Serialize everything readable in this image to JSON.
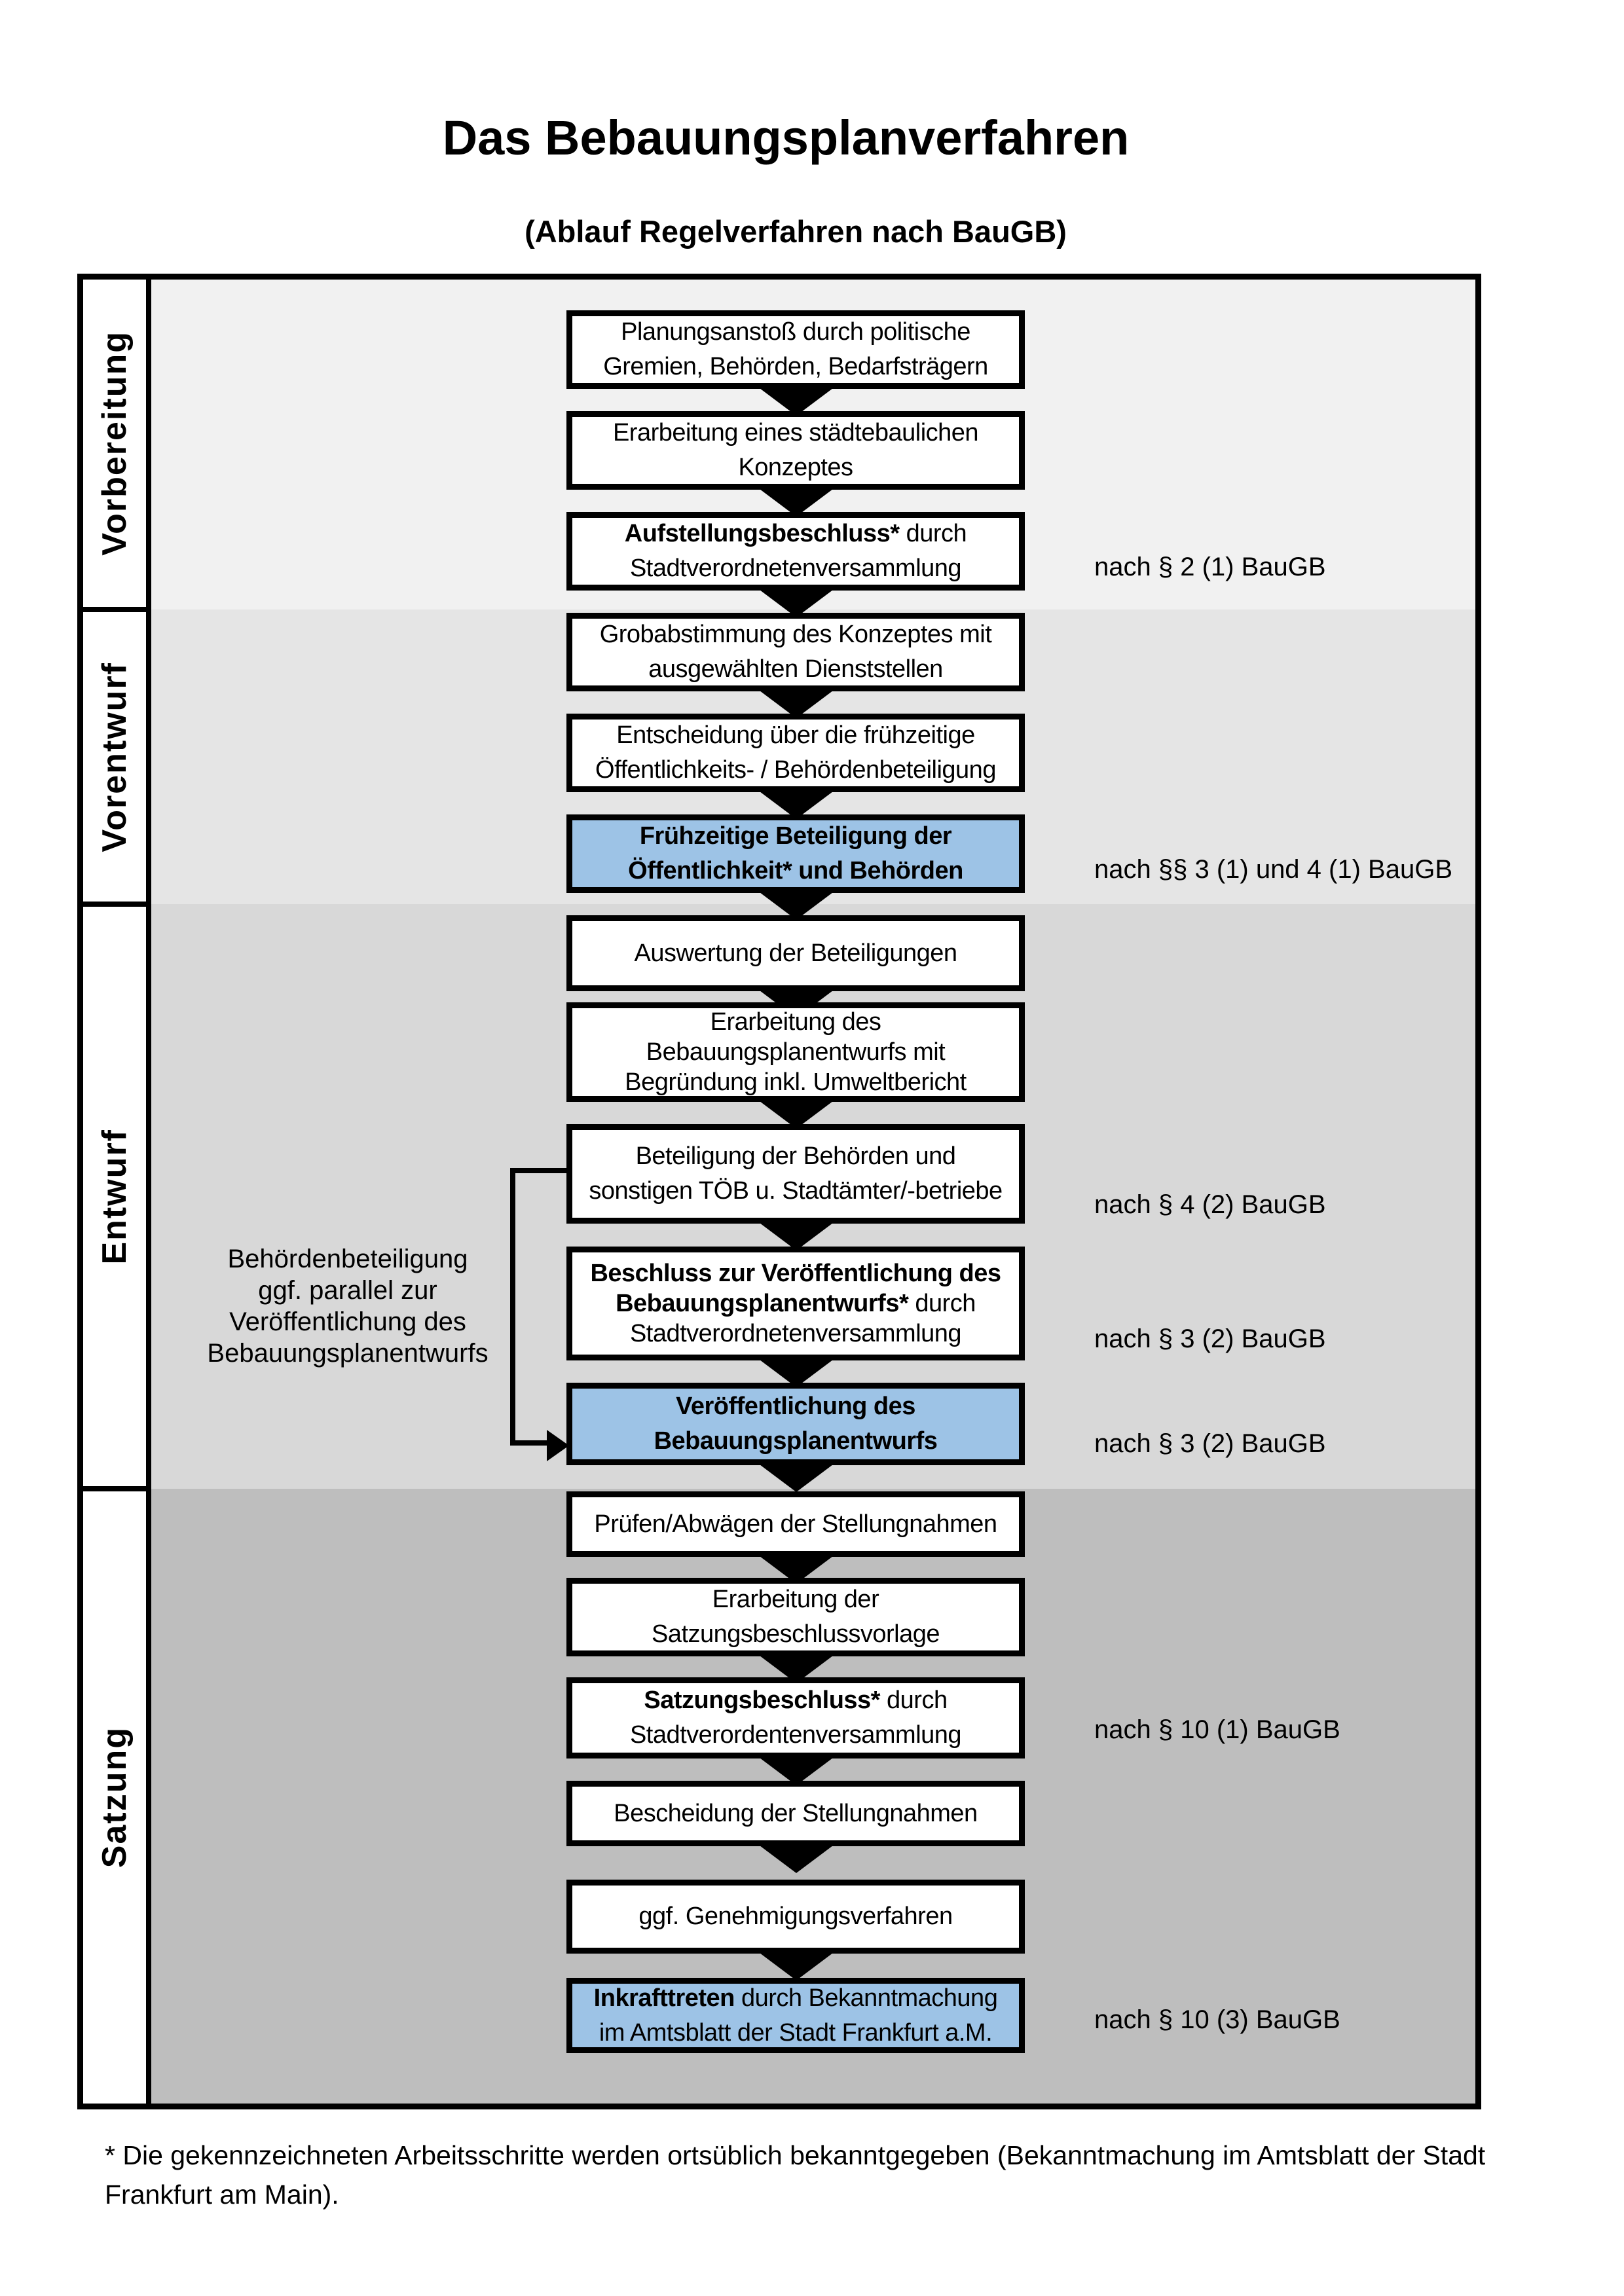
{
  "title": "Das Bebauungsplanverfahren",
  "subtitle": "(Ablauf Regelverfahren nach BauGB)",
  "phases": [
    {
      "label": "Vorbereitung",
      "bg": "#f1f1f1"
    },
    {
      "label": "Vorentwurf",
      "bg": "#e5e5e5"
    },
    {
      "label": "Entwurf",
      "bg": "#d8d8d8"
    },
    {
      "label": "Satzung",
      "bg": "#bebebe"
    }
  ],
  "highlight_color": "#9dc3e6",
  "boxes": {
    "b1": {
      "line1": "Planungsanstoß durch politische",
      "line2": "Gremien, Behörden, Bedarfsträgern"
    },
    "b2": {
      "line1": "Erarbeitung eines städtebaulichen",
      "line2": "Konzeptes"
    },
    "b3": {
      "bold": "Aufstellungsbeschluss*",
      "rest": " durch",
      "line2": "Stadtverordnetenversammlung"
    },
    "b4": {
      "line1": "Grobabstimmung des Konzeptes mit",
      "line2": "ausgewählten Dienststellen"
    },
    "b5": {
      "line1": "Entscheidung über die frühzeitige",
      "line2": "Öffentlichkeits- / Behördenbeteiligung"
    },
    "b6": {
      "line1": "Frühzeitige Beteiligung der",
      "line2": "Öffentlichkeit* und Behörden"
    },
    "b7": {
      "line1": "Auswertung der Beteiligungen"
    },
    "b8": {
      "line1": "Erarbeitung des",
      "line2": "Bebauungsplanentwurfs mit",
      "line3": "Begründung inkl. Umweltbericht"
    },
    "b9": {
      "line1": "Beteiligung der Behörden und",
      "line2": "sonstigen TÖB u. Stadtämter/-betriebe"
    },
    "b10": {
      "bold1": "Beschluss zur Veröffentlichung des",
      "bold2": "Bebauungsplanentwurfs*",
      "rest2": " durch",
      "line3": "Stadtverordnetenversammlung"
    },
    "b11": {
      "line1": "Veröffentlichung des",
      "line2": "Bebauungsplanentwurfs"
    },
    "b12": {
      "line1": "Prüfen/Abwägen der Stellungnahmen"
    },
    "b13": {
      "line1": "Erarbeitung der",
      "line2": "Satzungsbeschlussvorlage"
    },
    "b14": {
      "bold": "Satzungsbeschluss*",
      "rest": " durch",
      "line2": "Stadtverordentenversammlung"
    },
    "b15": {
      "line1": "Bescheidung der Stellungnahmen"
    },
    "b16": {
      "line1": "ggf. Genehmigungsverfahren"
    },
    "b17": {
      "bold": "Inkrafttreten",
      "rest": " durch Bekanntmachung",
      "line2": "im Amtsblatt der Stadt Frankfurt a.M."
    }
  },
  "legal_refs": [
    "nach § 2 (1) BauGB",
    "nach §§ 3 (1) und 4 (1) BauGB",
    "nach § 4 (2) BauGB",
    "nach § 3 (2) BauGB",
    "nach § 3 (2) BauGB",
    "nach § 10 (1) BauGB",
    "nach § 10 (3) BauGB"
  ],
  "side_note": {
    "lines": [
      "Behördenbeteiligung",
      "ggf. parallel zur",
      "Veröffentlichung des",
      "Bebauungsplanentwurfs"
    ]
  },
  "footnote": "* Die gekennzeichneten Arbeitsschritte werden ortsüblich bekanntgegeben (Bekanntmachung im Amtsblatt  der Stadt Frankfurt am Main)."
}
